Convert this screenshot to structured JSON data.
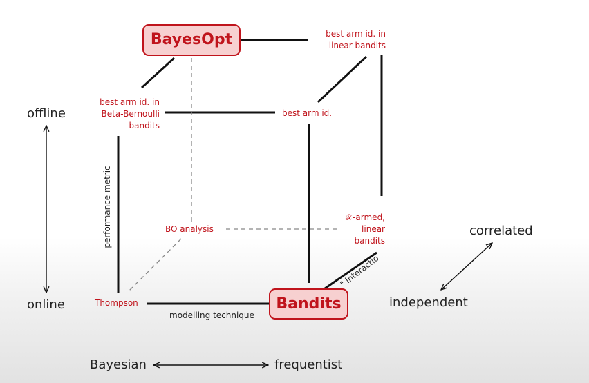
{
  "nodes": {
    "bayesopt": "BayesOpt",
    "bandits": "Bandits",
    "best_arm_linear": [
      "best arm id. in",
      "linear bandits"
    ],
    "best_arm_beta": [
      "best arm id. in",
      "Beta-Bernoulli",
      "bandits"
    ],
    "best_arm": "best arm id.",
    "bo_analysis": "BO analysis",
    "x_armed": [
      "𝒳-armed,",
      "linear",
      "bandits"
    ],
    "thompson": "Thompson"
  },
  "edge_labels": {
    "performance_metric": "performance metric",
    "modelling_technique": "modelling technique",
    "interaction": "\" interactio"
  },
  "axes": {
    "offline": "offline",
    "online": "online",
    "correlated": "correlated",
    "independent": "independent",
    "bayesian": "Bayesian",
    "frequentist": "frequentist"
  },
  "colors": {
    "accent": "#c0141c",
    "box_fill": "#f7d0d0",
    "line": "#111111",
    "dashed": "#888888"
  }
}
